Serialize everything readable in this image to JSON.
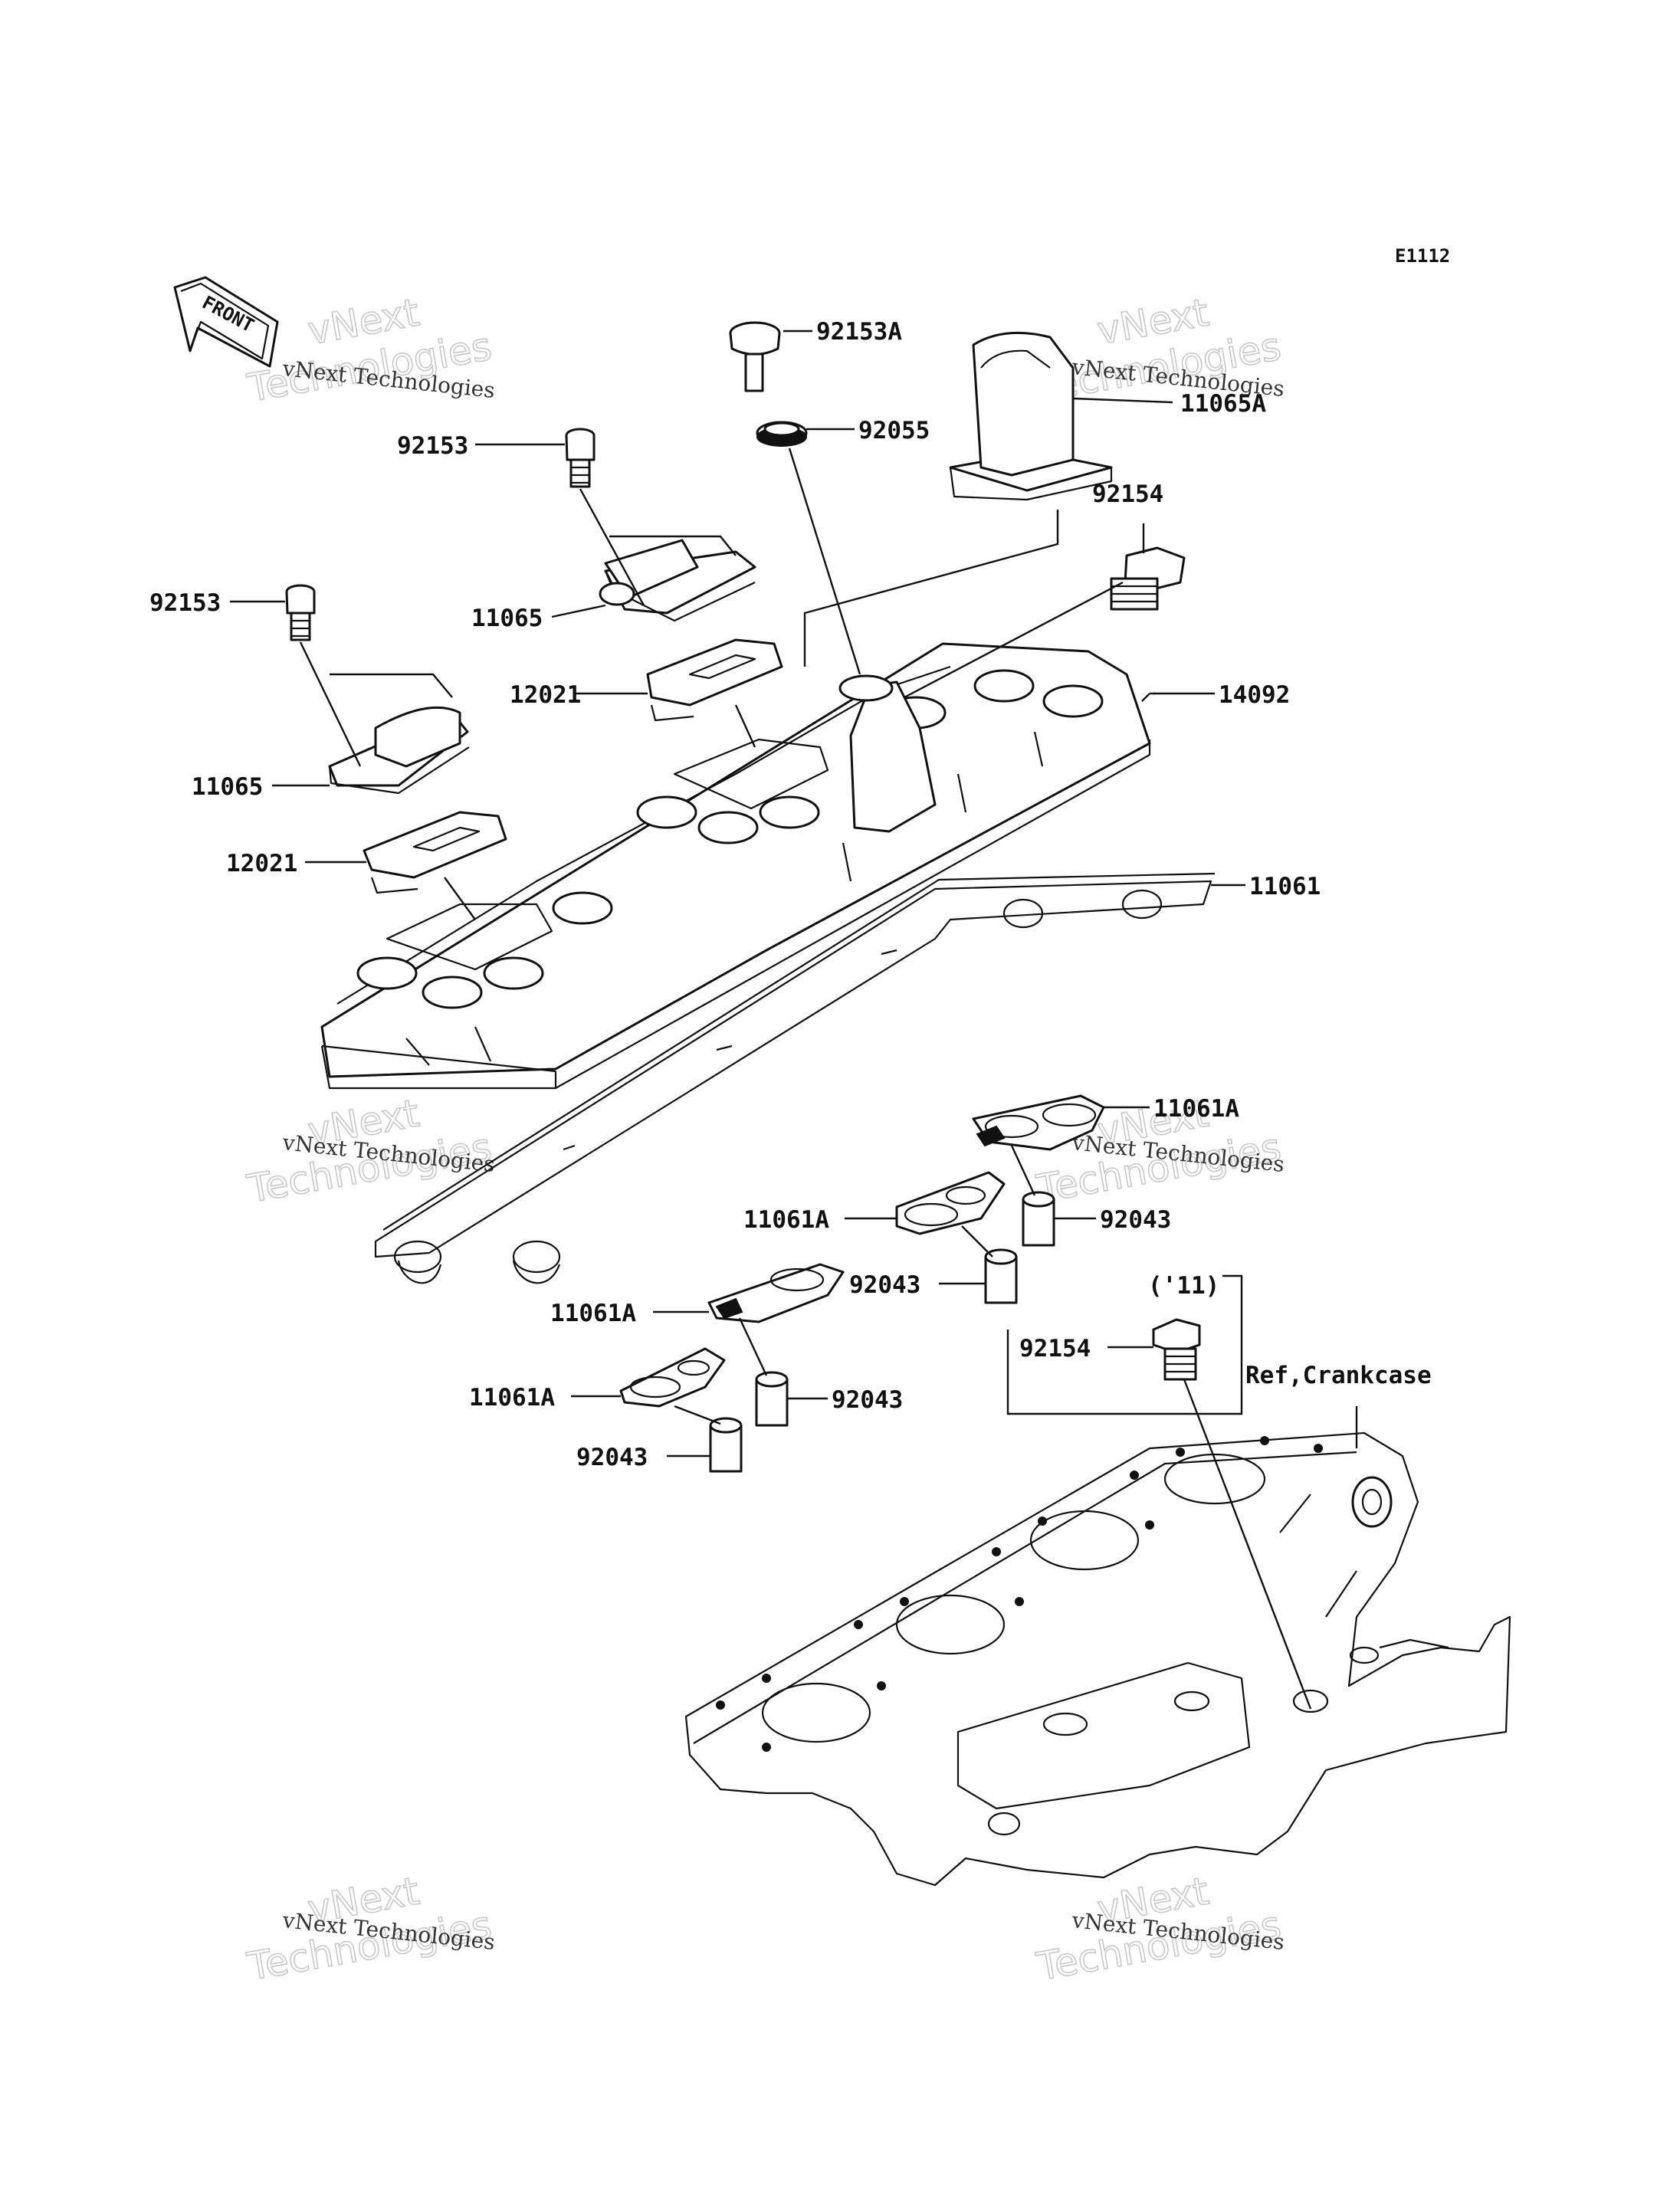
{
  "diagram_code": "E1112",
  "front_marker": "FRONT",
  "callouts": [
    {
      "id": "92153A",
      "text": "92153A"
    },
    {
      "id": "11065A",
      "text": "11065A"
    },
    {
      "id": "92055",
      "text": "92055"
    },
    {
      "id": "92153-upper",
      "text": "92153"
    },
    {
      "id": "92154-upper",
      "text": "92154"
    },
    {
      "id": "92153-lower",
      "text": "92153"
    },
    {
      "id": "11065-upper",
      "text": "11065"
    },
    {
      "id": "12021-upper",
      "text": "12021"
    },
    {
      "id": "14092",
      "text": "14092"
    },
    {
      "id": "11065-lower",
      "text": "11065"
    },
    {
      "id": "12021-lower",
      "text": "12021"
    },
    {
      "id": "11061",
      "text": "11061"
    },
    {
      "id": "11061A-1",
      "text": "11061A"
    },
    {
      "id": "11061A-2",
      "text": "11061A"
    },
    {
      "id": "92043-1",
      "text": "92043"
    },
    {
      "id": "92043-2",
      "text": "92043"
    },
    {
      "id": "11061A-3",
      "text": "11061A"
    },
    {
      "id": "92043-3",
      "text": "92043"
    },
    {
      "id": "11061A-4",
      "text": "11061A"
    },
    {
      "id": "92043-4",
      "text": "92043"
    },
    {
      "id": "92154-lower",
      "text": "92154"
    }
  ],
  "year_note": "('11)",
  "reference_note": "Ref,Crankcase",
  "watermark": {
    "line1": "vNext Technologies",
    "line2": "vNext",
    "line3": "Technologies"
  }
}
